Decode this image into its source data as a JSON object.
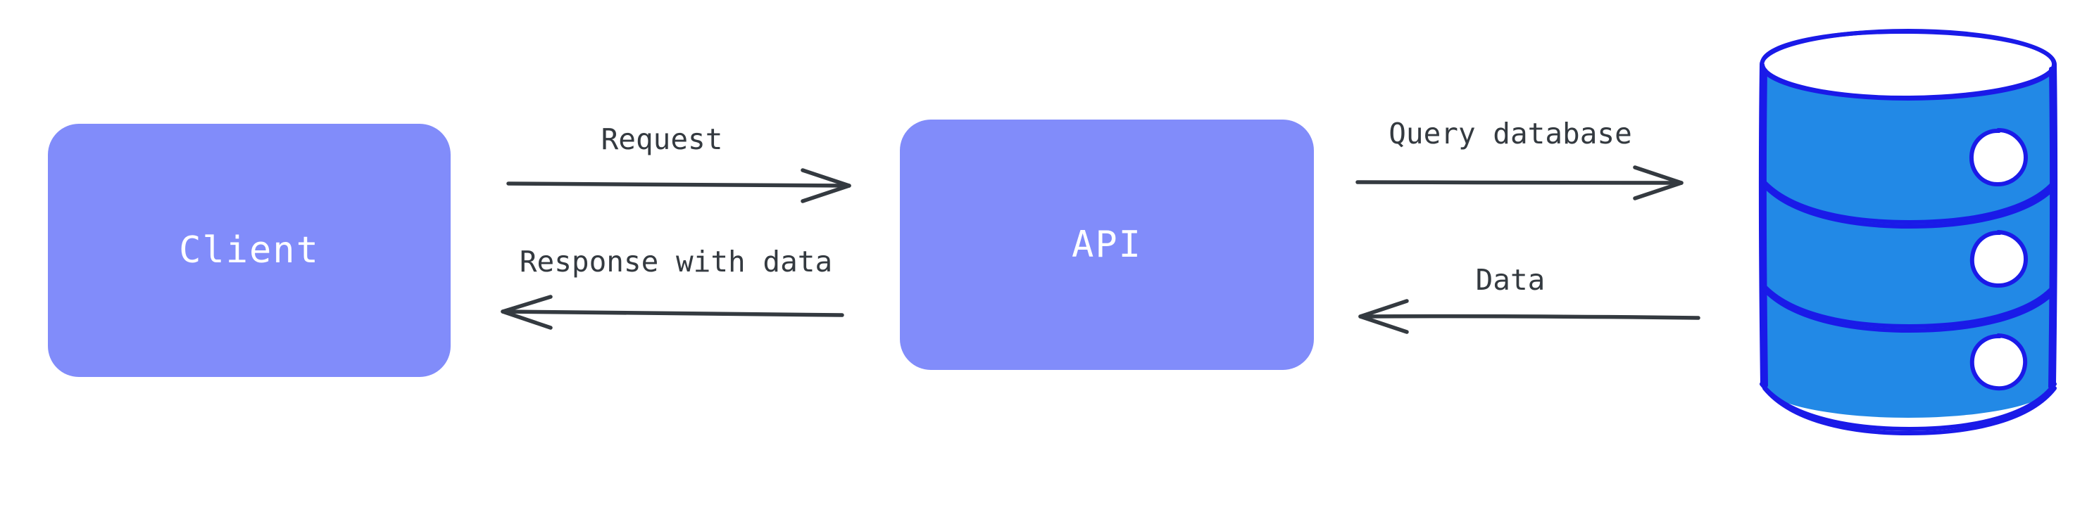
{
  "diagram": {
    "title": "Client API Database request flow",
    "background": "#ffffff",
    "nodes": [
      {
        "id": "client",
        "label": "Client",
        "shape": "rounded-rectangle",
        "fill": "#818cfa",
        "text_color": "#ffffff"
      },
      {
        "id": "api",
        "label": "API",
        "shape": "rounded-rectangle",
        "fill": "#818cfa",
        "text_color": "#ffffff"
      },
      {
        "id": "database",
        "label": "",
        "shape": "cylinder",
        "fill": "#2289e6",
        "stroke": "#1a1ae8"
      }
    ],
    "edges": [
      {
        "id": "request",
        "label": "Request",
        "from": "client",
        "to": "api",
        "direction": "right",
        "color": "#343a40"
      },
      {
        "id": "response",
        "label": "Response with data",
        "from": "api",
        "to": "client",
        "direction": "left",
        "color": "#343a40"
      },
      {
        "id": "query",
        "label": "Query database",
        "from": "api",
        "to": "database",
        "direction": "right",
        "color": "#343a40"
      },
      {
        "id": "data",
        "label": "Data",
        "from": "database",
        "to": "api",
        "direction": "left",
        "color": "#343a40"
      }
    ],
    "database_holes": 3
  }
}
